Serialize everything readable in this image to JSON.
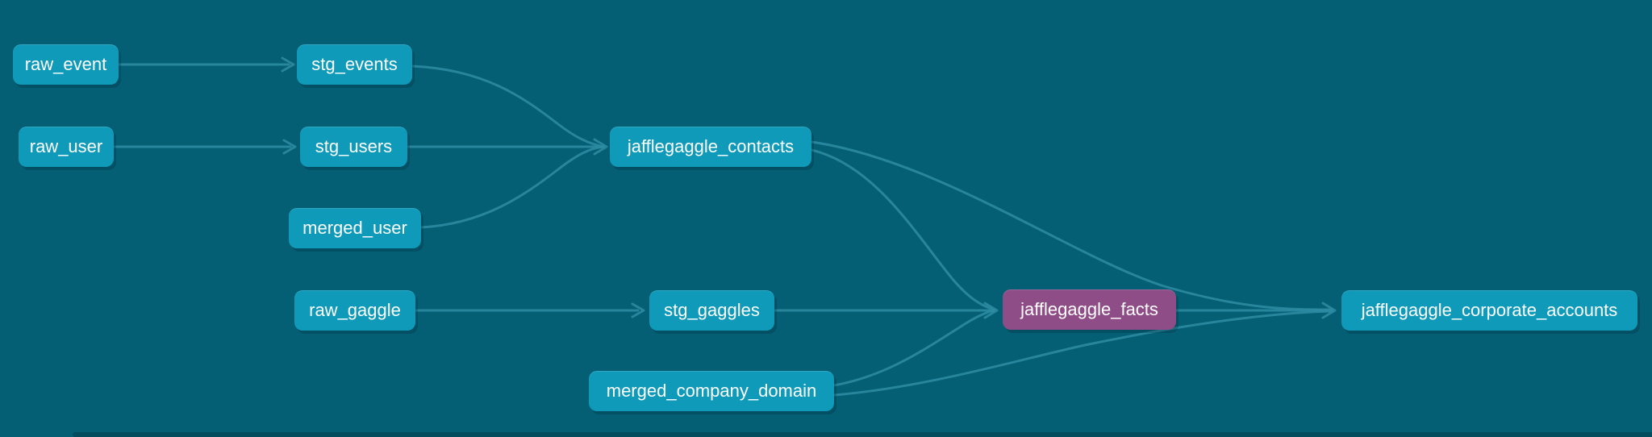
{
  "colors": {
    "background": "#045E74",
    "node_fill": "#0E9AB8",
    "node_highlight_fill": "#8E4D87",
    "edge_stroke": "#2E8CA3",
    "label_text": "#FFFFFF"
  },
  "graph": {
    "nodes": [
      {
        "id": "raw_event",
        "label": "raw_event",
        "highlighted": false
      },
      {
        "id": "stg_events",
        "label": "stg_events",
        "highlighted": false
      },
      {
        "id": "raw_user",
        "label": "raw_user",
        "highlighted": false
      },
      {
        "id": "stg_users",
        "label": "stg_users",
        "highlighted": false
      },
      {
        "id": "merged_user",
        "label": "merged_user",
        "highlighted": false
      },
      {
        "id": "jafflegaggle_contacts",
        "label": "jafflegaggle_contacts",
        "highlighted": false
      },
      {
        "id": "raw_gaggle",
        "label": "raw_gaggle",
        "highlighted": false
      },
      {
        "id": "stg_gaggles",
        "label": "stg_gaggles",
        "highlighted": false
      },
      {
        "id": "merged_company_domain",
        "label": "merged_company_domain",
        "highlighted": false
      },
      {
        "id": "jafflegaggle_facts",
        "label": "jafflegaggle_facts",
        "highlighted": true
      },
      {
        "id": "jafflegaggle_corporate_accounts",
        "label": "jafflegaggle_corporate_accounts",
        "highlighted": false
      }
    ],
    "edges": [
      {
        "source": "raw_event",
        "target": "stg_events"
      },
      {
        "source": "raw_user",
        "target": "stg_users"
      },
      {
        "source": "stg_events",
        "target": "jafflegaggle_contacts"
      },
      {
        "source": "stg_users",
        "target": "jafflegaggle_contacts"
      },
      {
        "source": "merged_user",
        "target": "jafflegaggle_contacts"
      },
      {
        "source": "raw_gaggle",
        "target": "stg_gaggles"
      },
      {
        "source": "stg_gaggles",
        "target": "jafflegaggle_facts"
      },
      {
        "source": "jafflegaggle_contacts",
        "target": "jafflegaggle_facts"
      },
      {
        "source": "merged_company_domain",
        "target": "jafflegaggle_facts"
      },
      {
        "source": "jafflegaggle_facts",
        "target": "jafflegaggle_corporate_accounts"
      },
      {
        "source": "jafflegaggle_contacts",
        "target": "jafflegaggle_corporate_accounts"
      },
      {
        "source": "merged_company_domain",
        "target": "jafflegaggle_corporate_accounts"
      }
    ]
  }
}
